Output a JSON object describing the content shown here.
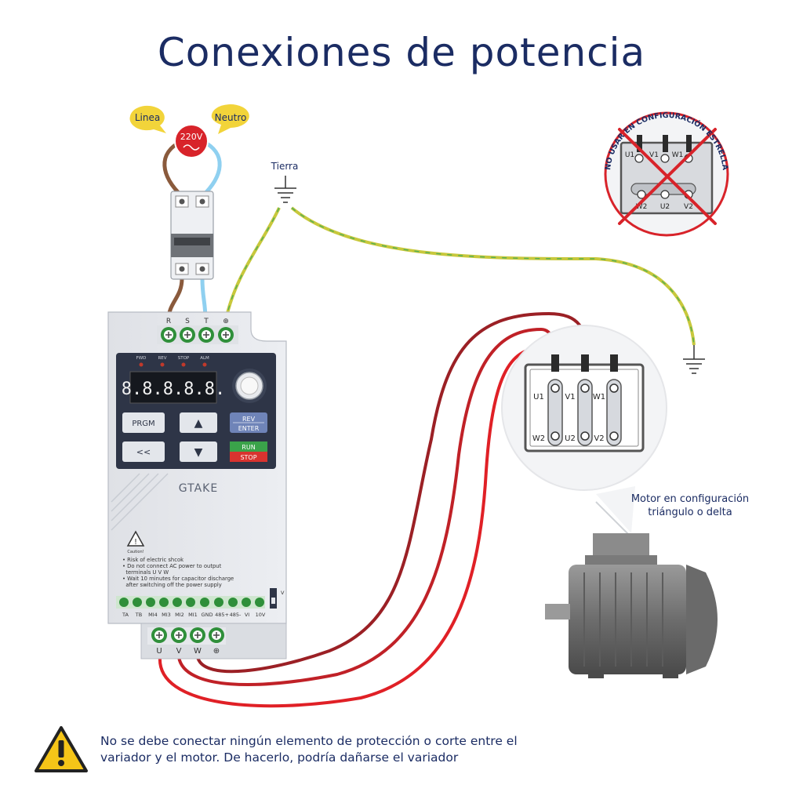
{
  "title": "Conexiones de potencia",
  "power": {
    "line_label": "Linea",
    "neutral_label": "Neutro",
    "voltage_label": "220V",
    "ground_label": "Tierra"
  },
  "vfd": {
    "brand": "GTAKE",
    "input_terminals": [
      "R",
      "S",
      "T",
      "⊕"
    ],
    "indicators": [
      "FWD",
      "REV",
      "STOP",
      "ALM"
    ],
    "display_value": "8.8.8.8.8.",
    "keys": {
      "prgm": "PRGM",
      "up": "▲",
      "down": "▼",
      "shift": "<<",
      "rev": "REV",
      "enter": "ENTER",
      "run": "RUN",
      "stop": "STOP"
    },
    "caution_label": "Caution!",
    "warning_lines": [
      "• Risk of electric shcok",
      "• Do not connect AC power to output",
      "  terminals U V W",
      "• Wait 10 minutes for capacitor discharge",
      "  after switching off the power supply"
    ],
    "control_terminals": [
      "TA",
      "TB",
      "MI4",
      "MI3",
      "MI2",
      "MI1",
      "GND",
      "485+",
      "485-",
      "VI",
      "10V"
    ],
    "switch_label": "V",
    "output_terminals": [
      "U",
      "V",
      "W",
      "⊕"
    ]
  },
  "motor": {
    "top_terminals": [
      "U1",
      "V1",
      "W1"
    ],
    "bottom_terminals": [
      "W2",
      "U2",
      "V2"
    ],
    "caption_line1": "Motor en configuración",
    "caption_line2": "triángulo o delta"
  },
  "star_config": {
    "banner": "NO USAR EN CONFIGURACIÓN ESTRELLA",
    "top_terminals": [
      "U1",
      "V1",
      "W1"
    ],
    "bottom_terminals": [
      "W2",
      "U2",
      "V2"
    ]
  },
  "warning": {
    "line1": "No se debe conectar ningún elemento de protección o corte entre el",
    "line2": "variador y el motor. De hacerlo, podría dañarse el variador"
  },
  "colors": {
    "title": "#1b2c63",
    "line_wire": "#8a5a3c",
    "neutral_wire": "#8fd0f0",
    "ground_wire": "#c8c83c",
    "phase_wire_dark": "#9b2025",
    "phase_wire": "#e02026",
    "warning": "#f5c518",
    "forbidden": "#d8232a"
  }
}
